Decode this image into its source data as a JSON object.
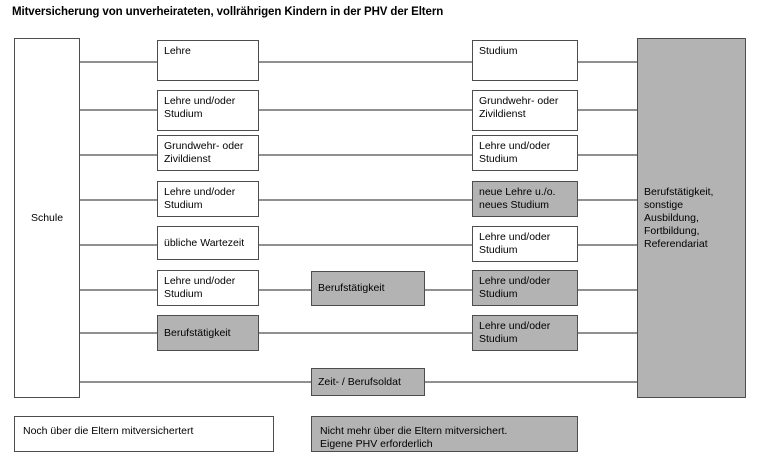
{
  "title": "Mitversicherung von unverheirateten, vollrährigen Kindern in der PHV der Eltern",
  "colors": {
    "covered_bg": "#ffffff",
    "not_covered_bg": "#b3b3b3",
    "border": "#4d4d4d",
    "line": "#4d4d4d",
    "text": "#000000"
  },
  "start_node": {
    "label": "Schule",
    "covered": true
  },
  "end_node": {
    "label": "Berufstätigkeit,\nsonstige Ausbildung,\nFortbildung,\nReferendariat",
    "covered": false
  },
  "rows": [
    {
      "id": "row-1",
      "stage2": {
        "label": "Lehre",
        "covered": true
      },
      "stage3": null,
      "stage4": {
        "label": "Studium",
        "covered": true
      }
    },
    {
      "id": "row-2",
      "stage2": {
        "label": "Lehre und/oder\nStudium",
        "covered": true
      },
      "stage3": null,
      "stage4": {
        "label": "Grundwehr- oder\nZivildienst",
        "covered": true
      }
    },
    {
      "id": "row-3",
      "stage2": {
        "label": "Grundwehr- oder\nZivildienst",
        "covered": true
      },
      "stage3": null,
      "stage4": {
        "label": "Lehre und/oder\nStudium",
        "covered": true
      }
    },
    {
      "id": "row-4",
      "stage2": {
        "label": "Lehre und/oder\nStudium",
        "covered": true
      },
      "stage3": null,
      "stage4": {
        "label": "neue Lehre u./o.\nneues Studium",
        "covered": false
      }
    },
    {
      "id": "row-5",
      "stage2": {
        "label": "übliche Wartezeit",
        "covered": true
      },
      "stage3": null,
      "stage4": {
        "label": "Lehre und/oder\nStudium",
        "covered": true
      }
    },
    {
      "id": "row-6",
      "stage2": {
        "label": "Lehre und/oder\nStudium",
        "covered": true
      },
      "stage3": {
        "label": "Berufstätigkeit",
        "covered": false
      },
      "stage4": {
        "label": "Lehre und/oder\nStudium",
        "covered": false
      }
    },
    {
      "id": "row-7",
      "stage2": {
        "label": "Berufstätigkeit",
        "covered": false
      },
      "stage3": null,
      "stage4": {
        "label": "Lehre und/oder\nStudium",
        "covered": false
      }
    },
    {
      "id": "row-8",
      "stage2": null,
      "stage3": {
        "label": "Zeit- / Berufsoldat",
        "covered": false
      },
      "stage4": null
    }
  ],
  "legend": {
    "covered": "Noch über die Eltern mitversichertert",
    "not_covered": "Nicht mehr über die Eltern mitversichert.\nEigene PHV erforderlich"
  }
}
